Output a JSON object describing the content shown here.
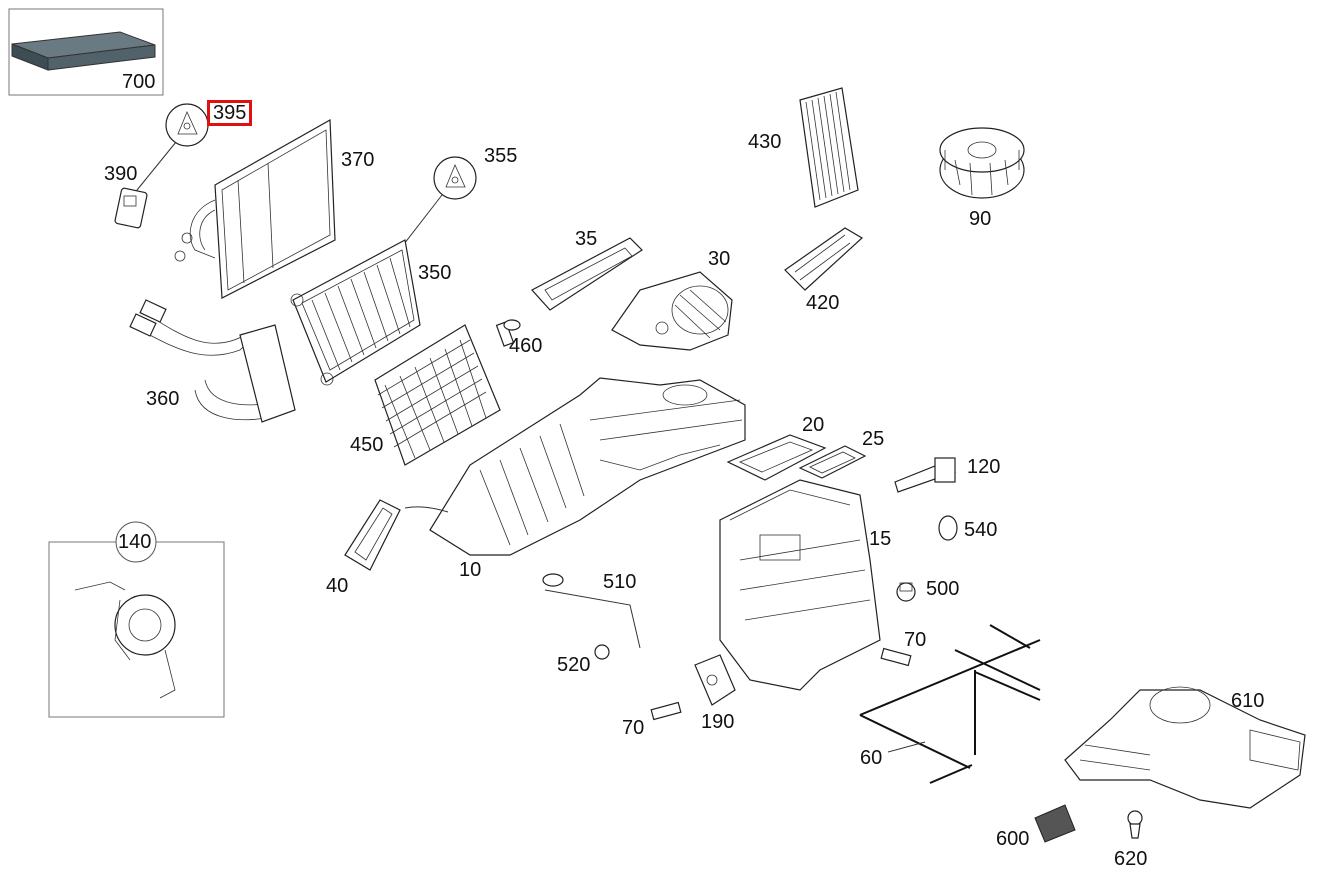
{
  "diagram": {
    "highlighted_part": "395",
    "highlight_color": "#e01010",
    "filter_color": "#4a5a62",
    "labels": {
      "p700": "700",
      "p395": "395",
      "p390": "390",
      "p370": "370",
      "p355": "355",
      "p350": "350",
      "p360": "360",
      "p450": "450",
      "p460": "460",
      "p35": "35",
      "p30": "30",
      "p430": "430",
      "p90": "90",
      "p420": "420",
      "p20": "20",
      "p25": "25",
      "p120": "120",
      "p540": "540",
      "p15": "15",
      "p500": "500",
      "p10": "10",
      "p40": "40",
      "p510": "510",
      "p520": "520",
      "p140": "140",
      "p70a": "70",
      "p70b": "70",
      "p190": "190",
      "p60": "60",
      "p610": "610",
      "p600": "600",
      "p620": "620"
    }
  }
}
